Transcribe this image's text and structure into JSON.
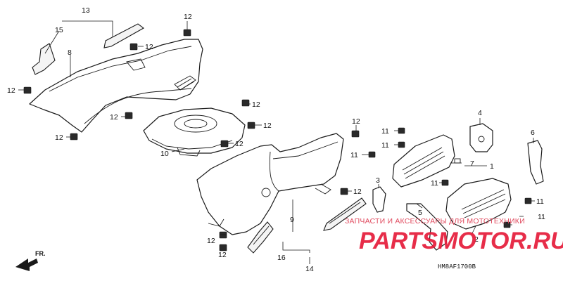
{
  "diagram": {
    "callouts": {
      "c1": "1",
      "c2": "2",
      "c3": "3",
      "c4": "4",
      "c5": "5",
      "c6": "6",
      "c7": "7",
      "c8": "8",
      "c9": "9",
      "c10": "10",
      "c11a": "11",
      "c11b": "11",
      "c11c": "11",
      "c11d": "11",
      "c11e": "11",
      "c11f": "11",
      "c12a": "12",
      "c12b": "12",
      "c12c": "12",
      "c12d": "12",
      "c12e": "12",
      "c12f": "12",
      "c12g": "12",
      "c12h": "12",
      "c12i": "12",
      "c12j": "12",
      "c12k": "12",
      "c12l": "12",
      "c13": "13",
      "c14": "14",
      "c15": "15",
      "c16": "16"
    },
    "front_arrow": "FR.",
    "diagram_code": "HM8AF1700B"
  },
  "watermark": {
    "line": "ЗАПЧАСТИ И АКСЕССУАРЫ ДЛЯ МОТОТЕХНИКИ",
    "brand": "PARTSMOTOR.RU",
    "color": "#e61c3a"
  }
}
